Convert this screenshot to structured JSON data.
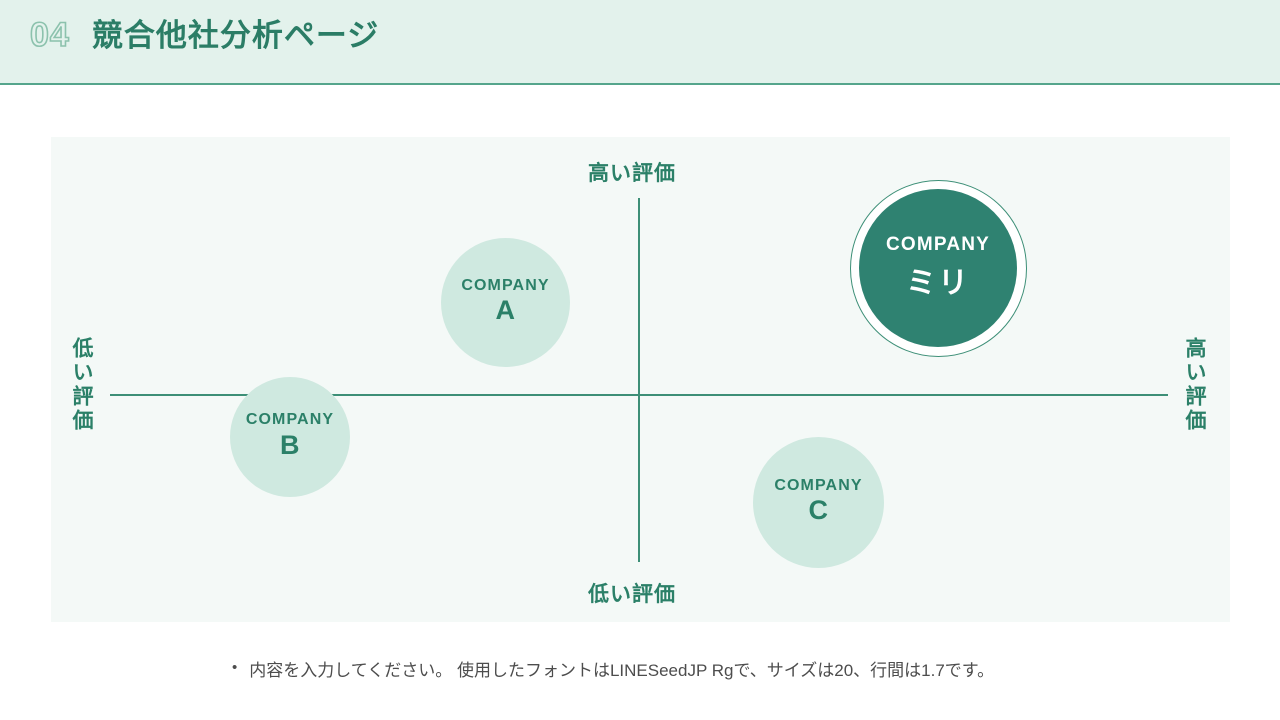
{
  "header": {
    "number": "04",
    "title": "競合他社分析ページ",
    "band_color": "#e3f2ec",
    "accent_color": "#2b7d66"
  },
  "chart_data": {
    "type": "scatter",
    "title": "競合他社分析ページ",
    "x_axis": {
      "low_label": "低い評価",
      "high_label": "高い評価",
      "range": [
        -1,
        1
      ]
    },
    "y_axis": {
      "low_label": "低い評価",
      "high_label": "高い評価",
      "range": [
        -1,
        1
      ]
    },
    "grid": false,
    "legend": "none",
    "points": [
      {
        "name": "COMPANY A",
        "label_top": "COMPANY",
        "label_main": "A",
        "x": -0.16,
        "y": 0.54,
        "size": 129,
        "fill": "#cfe9e0",
        "text_color": "#2b8068",
        "highlighted": false
      },
      {
        "name": "COMPANY B",
        "label_top": "COMPANY",
        "label_main": "B",
        "x": -0.58,
        "y": -0.11,
        "size": 120,
        "fill": "#cfe9e0",
        "text_color": "#2b8068",
        "highlighted": false
      },
      {
        "name": "COMPANY C",
        "label_top": "COMPANY",
        "label_main": "C",
        "x": 0.36,
        "y": -0.56,
        "size": 131,
        "fill": "#cfe9e0",
        "text_color": "#2b8068",
        "highlighted": false
      },
      {
        "name": "COMPANY ミリ",
        "label_top": "COMPANY",
        "label_main": "ミリ",
        "x": 0.58,
        "y": 0.42,
        "size": 158,
        "fill": "#2f8271",
        "text_color": "#ffffff",
        "ring_color": "#3d8f77",
        "highlighted": true
      }
    ],
    "panel_background": "#f4f9f7",
    "axis_color": "#3d8f77"
  },
  "footer": {
    "bullet": "•",
    "note": "内容を入力してください。 使用したフォントはLINESeedJP Rgで、サイズは20、行間は1.7です。"
  }
}
